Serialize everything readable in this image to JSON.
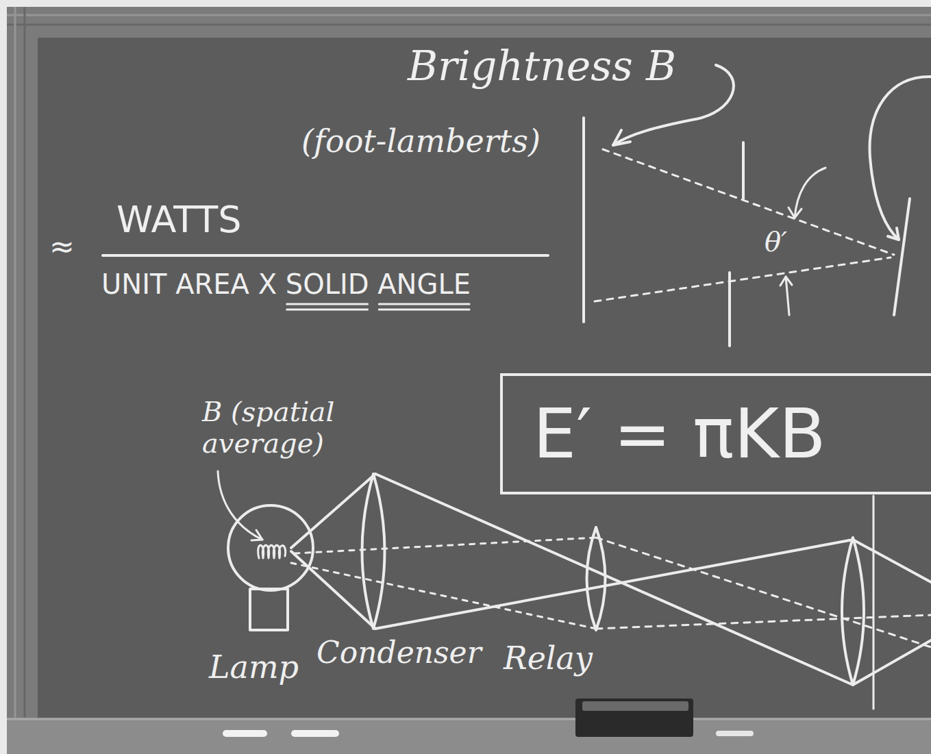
{
  "diagram": {
    "nodes": [
      {
        "text": [
          "E′ = πKB"
        ]
      }
    ],
    "labels": [
      "Brightness B",
      "(foot-lamberts)",
      "≈",
      "WATTS",
      "UNIT AREA X SOLID ANGLE",
      "θ′",
      "B (spatial average)",
      "Lamp",
      "Condenser",
      "Relay"
    ]
  }
}
